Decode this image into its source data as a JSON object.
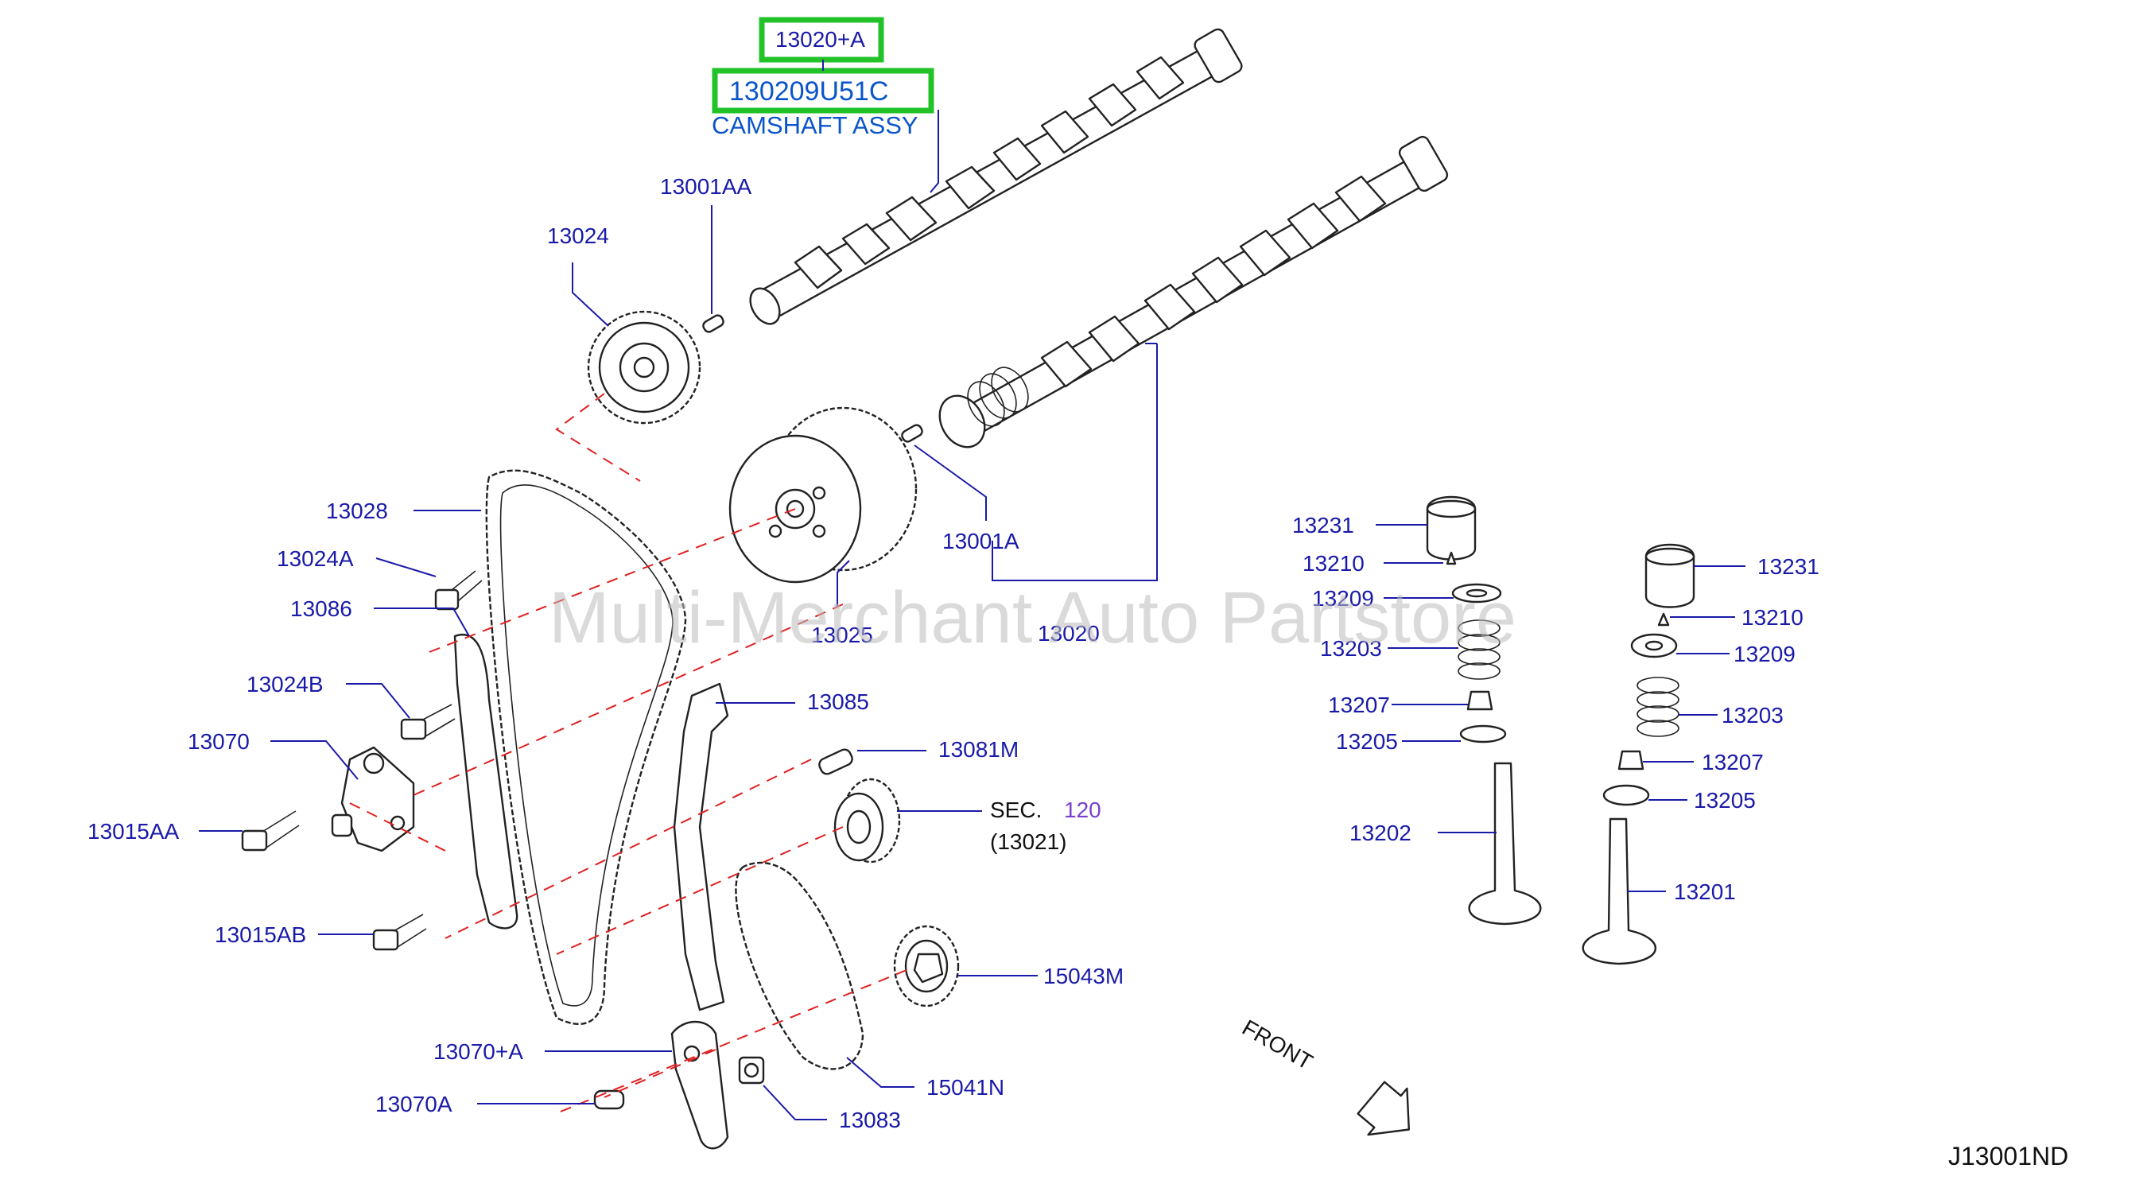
{
  "highlight_labels": {
    "part_no_a": "13020+A",
    "part_no_b": "130209U51C",
    "description": "CAMSHAFT ASSY"
  },
  "part_labels": {
    "p13001AA": "13001AA",
    "p13024": "13024",
    "p13028": "13028",
    "p13024A": "13024A",
    "p13086": "13086",
    "p13024B": "13024B",
    "p13070": "13070",
    "p13015AA": "13015AA",
    "p13015AB": "13015AB",
    "p13025": "13025",
    "p13001A": "13001A",
    "p13020": "13020",
    "p13085": "13085",
    "p13081M": "13081M",
    "sec_prefix": "SEC.",
    "sec_number": "120",
    "sec_ref": "(13021)",
    "p15043M": "15043M",
    "p15041N": "15041N",
    "p13070plusA": "13070+A",
    "p13070A": "13070A",
    "p13083": "13083",
    "left_valve": {
      "p13231": "13231",
      "p13210": "13210",
      "p13209": "13209",
      "p13203": "13203",
      "p13207": "13207",
      "p13205": "13205",
      "p13202": "13202"
    },
    "right_valve": {
      "p13231": "13231",
      "p13210": "13210",
      "p13209": "13209",
      "p13203": "13203",
      "p13207": "13207",
      "p13205": "13205",
      "p13201": "13201"
    }
  },
  "front_label": "FRONT",
  "diagram_code": "J13001ND",
  "watermark": "Multi-Merchant Auto Partstore",
  "colors": {
    "label_blue": "#1a1aa8",
    "highlight_green": "#22c229",
    "highlight_text_blue": "#0a55c9",
    "dashed_red": "#e02020",
    "line_black": "#222222",
    "section_purple": "#7a3fd0"
  }
}
